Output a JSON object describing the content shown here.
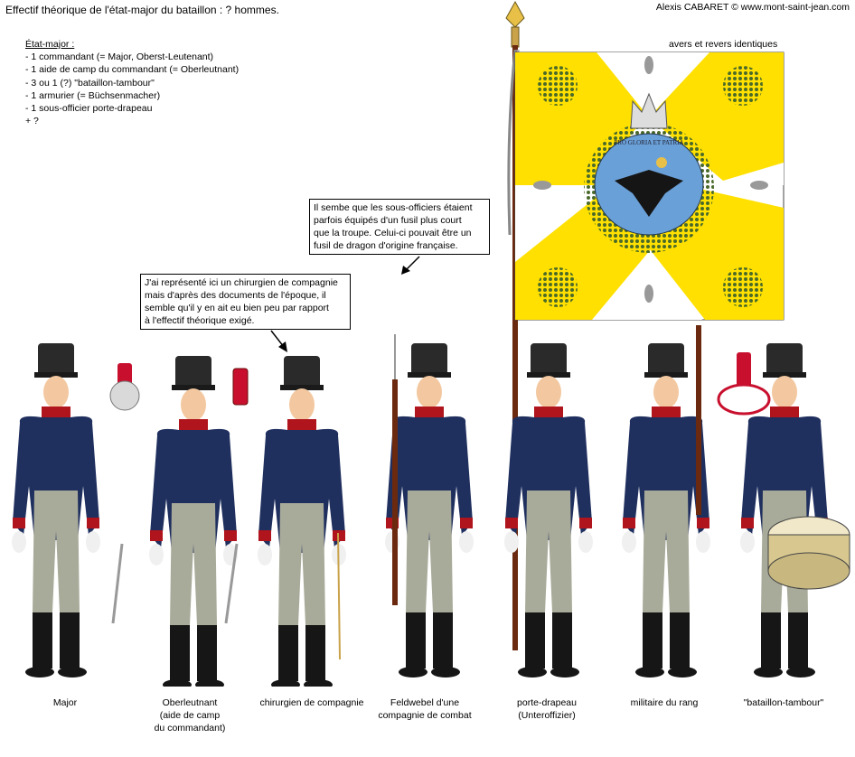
{
  "title": "Effectif théorique de l'état-major du bataillon : ? hommes.",
  "credit": "Alexis CABARET © www.mont-saint-jean.com",
  "staff": {
    "heading": "État-major :",
    "items": [
      "- 1 commandant (= Major, Oberst-Leutenant)",
      "- 1 aide de camp du commandant (= Oberleutnant)",
      "- 3 ou 1 (?) \"bataillon-tambour\"",
      "- 1 armurier (= Büchsenmacher)",
      "- 1 sous-officier porte-drapeau",
      "+ ?"
    ]
  },
  "flag_note": "avers et revers identiques",
  "notes": {
    "nco": [
      "Il sembe que les sous-officiers étaient",
      "parfois équipés d'un fusil plus court",
      "que la troupe. Celui-ci pouvait être un",
      "fusil de dragon d'origine française."
    ],
    "surgeon": [
      "J'ai représenté ici un chirurgien de compagnie",
      "mais d'après des documents de l'époque, il",
      "semble qu'il y en ait eu bien peu par rapport",
      "à l'effectif théorique exigé."
    ]
  },
  "captions": {
    "major": [
      "Major"
    ],
    "oberleutnant": [
      "Oberleutnant",
      "(aide de camp",
      "du commandant)"
    ],
    "chirurgien": [
      "chirurgien de compagnie"
    ],
    "feldwebel": [
      "Feldwebel d'une",
      "compagnie de combat"
    ],
    "porte_drapeau": [
      "porte-drapeau",
      "(Unteroffizier)"
    ],
    "militaire": [
      "militaire du rang"
    ],
    "tambour": [
      "\"bataillon-tambour\""
    ]
  },
  "flag_motto": "PRO GLORIA ET PATRIA",
  "colors": {
    "coat": "#1f2f5e",
    "collar": "#b0141c",
    "shako": "#2a2a2a",
    "trousers": "#a9ab9a",
    "boots": "#161616",
    "flag_yellow": "#ffe000",
    "flag_disc": "#6aa0d8",
    "skin": "#f3c8a0"
  }
}
